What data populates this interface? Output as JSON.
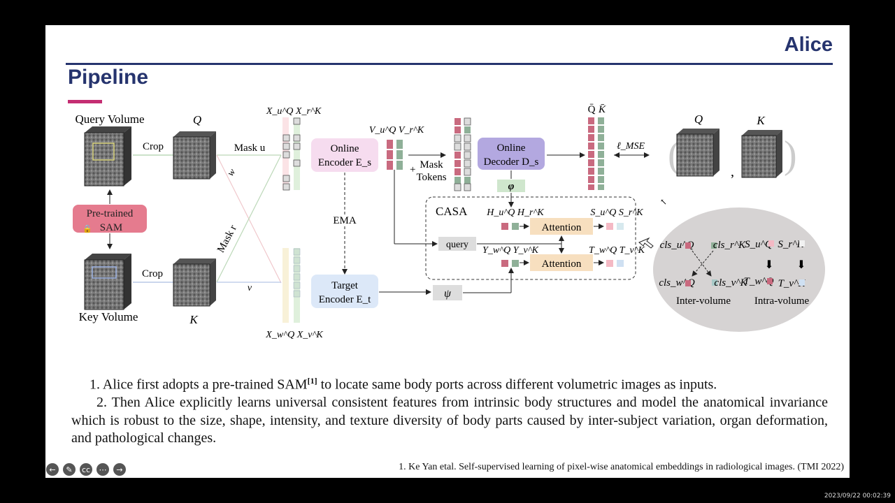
{
  "header": {
    "brand": "Alice",
    "title": "Pipeline"
  },
  "diagram": {
    "query_volume": "Query Volume",
    "key_volume": "Key Volume",
    "pretrained_sam": [
      "Pre-trained",
      "SAM"
    ],
    "crop": "Crop",
    "q": "Q",
    "k": "K",
    "mask_u": "Mask u",
    "w": "w",
    "mask_r": "Mask r",
    "v": "v",
    "x_top": "X_u^Q X_r^K",
    "x_bottom": "X_w^Q X_v^K",
    "online_encoder": [
      "Online",
      "Encoder E_s"
    ],
    "ema": "EMA",
    "target_encoder": [
      "Target",
      "Encoder E_t"
    ],
    "v_tokens": "V_u^Q V_r^K",
    "plus": "+",
    "mask_tokens": [
      "Mask",
      "Tokens"
    ],
    "online_decoder": [
      "Online",
      "Decoder D_s"
    ],
    "phi": "φ",
    "psi": "ψ",
    "q_bar": "Q̄",
    "k_bar": "K̄",
    "loss": "ℓ_MSE",
    "casa": "CASA",
    "h_tokens": "H_u^Q H_r^K",
    "y_tokens": "Y_w^Q Y_v^K",
    "query": "query",
    "attention": "Attention",
    "s_tokens": "S_u^Q S_r^K",
    "t_tokens": "T_w^Q T_v^K",
    "cls_uq": "cls_u^Q",
    "cls_rk": "cls_r^K",
    "cls_wq": "cls_w^Q",
    "cls_vk": "cls_v^K",
    "su_q": "S_u^Q",
    "sr_k": "S_r^K",
    "tw_q": "T_w^Q",
    "tv_k": "T_v^K",
    "inter_volume": "Inter-volume",
    "intra_volume": "Intra-volume",
    "colors": {
      "pink": "#c96a7f",
      "green": "#8fb098",
      "encoder": "#f6dcef",
      "target": "#dce8f8",
      "decoder": "#b3a8e0",
      "attention": "#f7dfbf",
      "sam": "#e57b8e",
      "oval": "#d6d3d3"
    }
  },
  "bullets": {
    "b1_pre": "1.  Alice first adopts a pre-trained SAM",
    "b1_sup": "[1]",
    "b1_post": " to locate same body ports across different volumetric images as inputs.",
    "b2": "2. Then Alice explicitly learns universal consistent features from intrinsic body structures and model the anatomical invariance which is robust to the size, shape, intensity, and texture diversity of body parts caused by inter-subject variation, organ deformation, and pathological changes."
  },
  "reference": "1. Ke Yan etal. Self-supervised learning of pixel-wise anatomical embeddings in radiological images. (TMI 2022)",
  "timestamp": "2023/09/22 00:02:39"
}
